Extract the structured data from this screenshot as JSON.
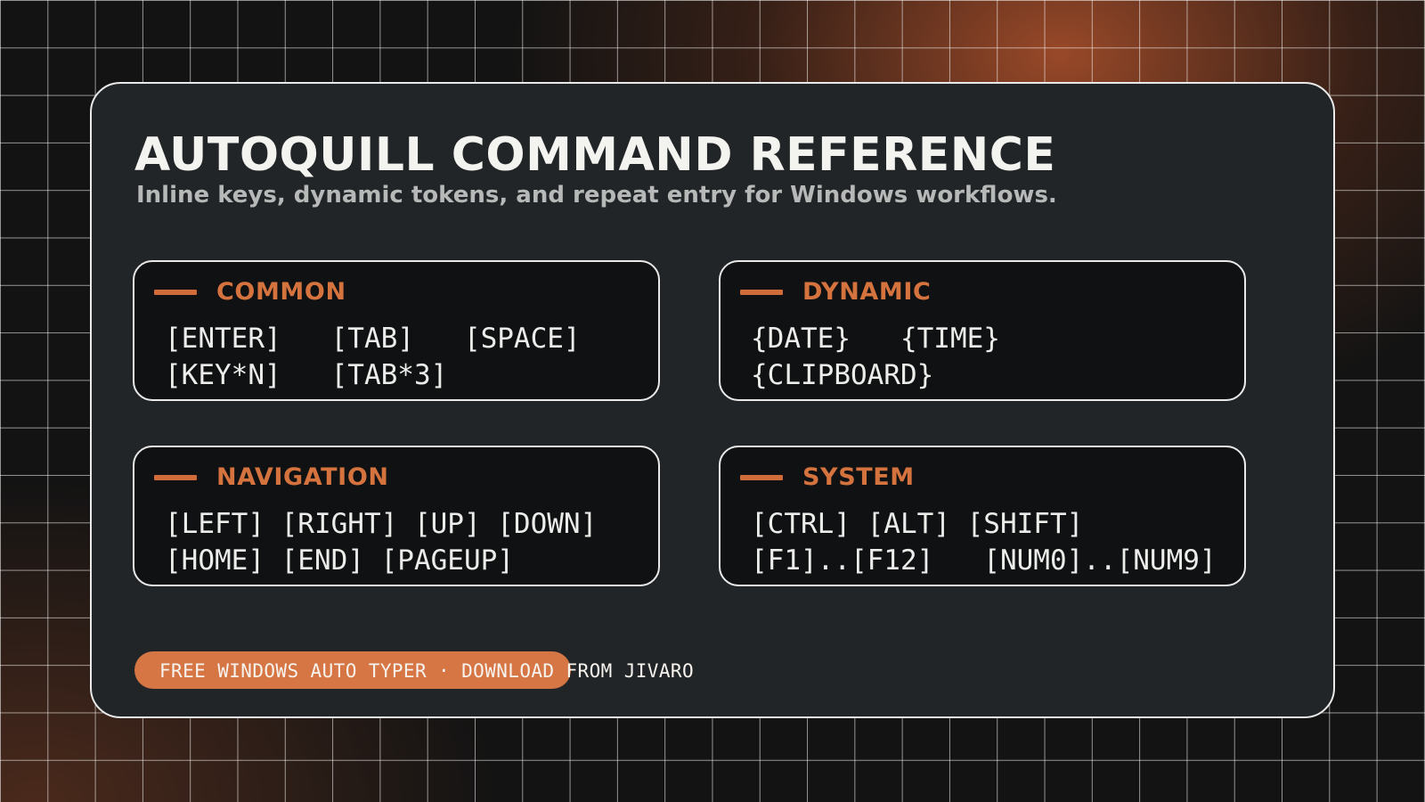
{
  "header": {
    "title": "AUTOQUILL COMMAND REFERENCE",
    "subtitle": "Inline keys, dynamic tokens, and repeat entry for Windows workflows."
  },
  "cards": [
    {
      "title": "COMMON",
      "lines": [
        "[ENTER]   [TAB]   [SPACE]",
        "[KEY*N]   [TAB*3]"
      ]
    },
    {
      "title": "DYNAMIC",
      "lines": [
        "{DATE}   {TIME}",
        "{CLIPBOARD}"
      ]
    },
    {
      "title": "NAVIGATION",
      "lines": [
        "[LEFT] [RIGHT] [UP] [DOWN]",
        "[HOME] [END] [PAGEUP]"
      ]
    },
    {
      "title": "SYSTEM",
      "lines": [
        "[CTRL] [ALT] [SHIFT]",
        "[F1]..[F12]   [NUM0]..[NUM9]"
      ]
    }
  ],
  "footer": {
    "text": "FREE WINDOWS AUTO TYPER · DOWNLOAD FROM JIVARO"
  },
  "colors": {
    "accent": "#d5733f",
    "panel": "#222527",
    "card": "#101112",
    "text": "#ececeb"
  }
}
